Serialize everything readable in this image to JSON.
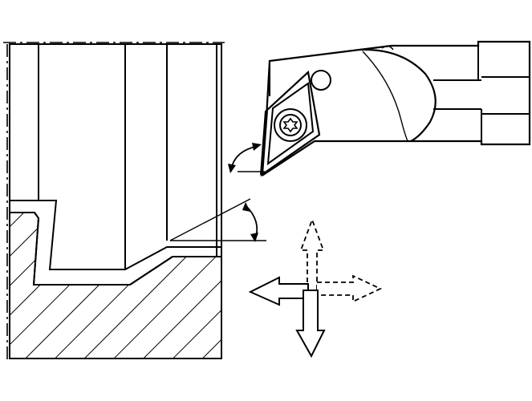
{
  "diagram": {
    "ink_color": "#000000",
    "paper_color": "#ffffff",
    "directions": [
      {
        "name": "up",
        "style": "dashed"
      },
      {
        "name": "down",
        "style": "solid"
      },
      {
        "name": "left",
        "style": "solid"
      },
      {
        "name": "right",
        "style": "dashed"
      }
    ]
  }
}
